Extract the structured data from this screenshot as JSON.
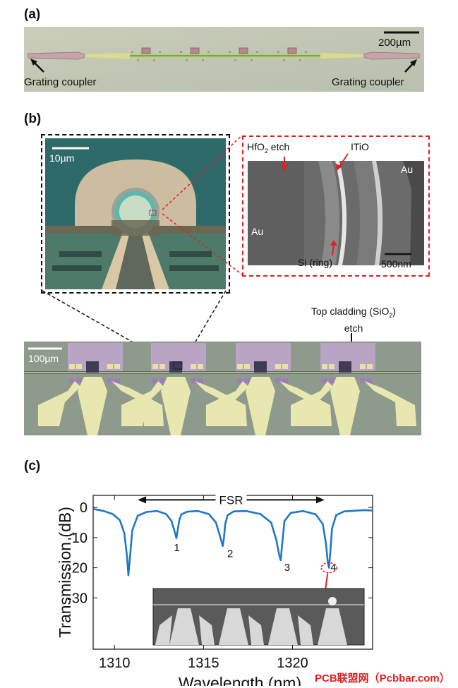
{
  "panel_a": {
    "label": "(a)",
    "scale_bar": "200µm",
    "left_annotation": "Grating coupler",
    "right_annotation": "Grating coupler"
  },
  "panel_b": {
    "label": "(b)",
    "optical_scale_bar": "10µm",
    "sem_labels": {
      "hfo2_etch_prefix": "HfO",
      "hfo2_etch_sub": "2",
      "hfo2_etch_suffix": " etch",
      "itio": "ITiO",
      "au_right": "Au",
      "au_left": "Au",
      "si_ring": "Si (ring)",
      "scale_bar": "500nm"
    },
    "array_scale_bar": "100µm",
    "top_cladding_prefix": "Top cladding (SiO",
    "top_cladding_sub": "2",
    "top_cladding_suffix": ")",
    "top_cladding_line2": "etch"
  },
  "panel_c": {
    "label": "(c)"
  },
  "watermark": "PCB联盟网（Pcbbar.com）",
  "chart_data": {
    "type": "line",
    "title": "",
    "xlabel": "Wavelength (nm)",
    "ylabel": "Transmission (dB)",
    "xlim": [
      1308.8,
      1324.5
    ],
    "ylim": [
      -47,
      4
    ],
    "xticks": [
      1310,
      1315,
      1320
    ],
    "yticks": [
      0,
      -10,
      -20,
      -30
    ],
    "line_color": "#1f77c8",
    "series": [
      {
        "x": [
          1308.8,
          1309.4,
          1309.9,
          1310.3,
          1310.55,
          1310.7,
          1310.78,
          1310.86,
          1311.0,
          1311.3,
          1311.8,
          1312.4,
          1312.9,
          1313.2,
          1313.38,
          1313.48,
          1313.55,
          1313.63,
          1313.75,
          1314.1,
          1314.7,
          1315.3,
          1315.7,
          1315.95,
          1316.08,
          1316.15,
          1316.22,
          1316.35,
          1316.7,
          1317.4,
          1318.2,
          1318.8,
          1319.1,
          1319.25,
          1319.34,
          1319.42,
          1319.55,
          1319.9,
          1320.6,
          1321.3,
          1321.7,
          1321.88,
          1321.98,
          1322.05,
          1322.12,
          1322.22,
          1322.45,
          1322.9,
          1323.5,
          1324.0,
          1324.5
        ],
        "y": [
          -0.5,
          -1.2,
          -2.2,
          -4.2,
          -8.5,
          -16,
          -22.5,
          -17,
          -7.5,
          -2.8,
          -1.5,
          -1.2,
          -2.2,
          -4.5,
          -8,
          -10.2,
          -7.5,
          -4.5,
          -2.3,
          -1.4,
          -1.2,
          -2.2,
          -5,
          -10,
          -12.8,
          -10,
          -5.5,
          -2.6,
          -1.3,
          -1.2,
          -2.2,
          -5,
          -11,
          -15.8,
          -17.5,
          -12,
          -4.5,
          -1.8,
          -1.2,
          -2.3,
          -5.5,
          -12,
          -18,
          -20,
          -15,
          -7,
          -2.6,
          -1.3,
          -1.1,
          -0.9,
          -1.0
        ]
      }
    ],
    "resonance_labels": [
      {
        "text": "1",
        "x": 1313.5,
        "y": -14.5
      },
      {
        "text": "2",
        "x": 1316.5,
        "y": -16.5
      },
      {
        "text": "3",
        "x": 1319.7,
        "y": -21.0
      },
      {
        "text": "4",
        "x": 1322.3,
        "y": -21.0
      }
    ],
    "annotations": {
      "fsr_label": "FSR",
      "fsr_x_start": 1311.3,
      "fsr_x_end": 1321.8,
      "fsr_y": 2.5
    }
  }
}
